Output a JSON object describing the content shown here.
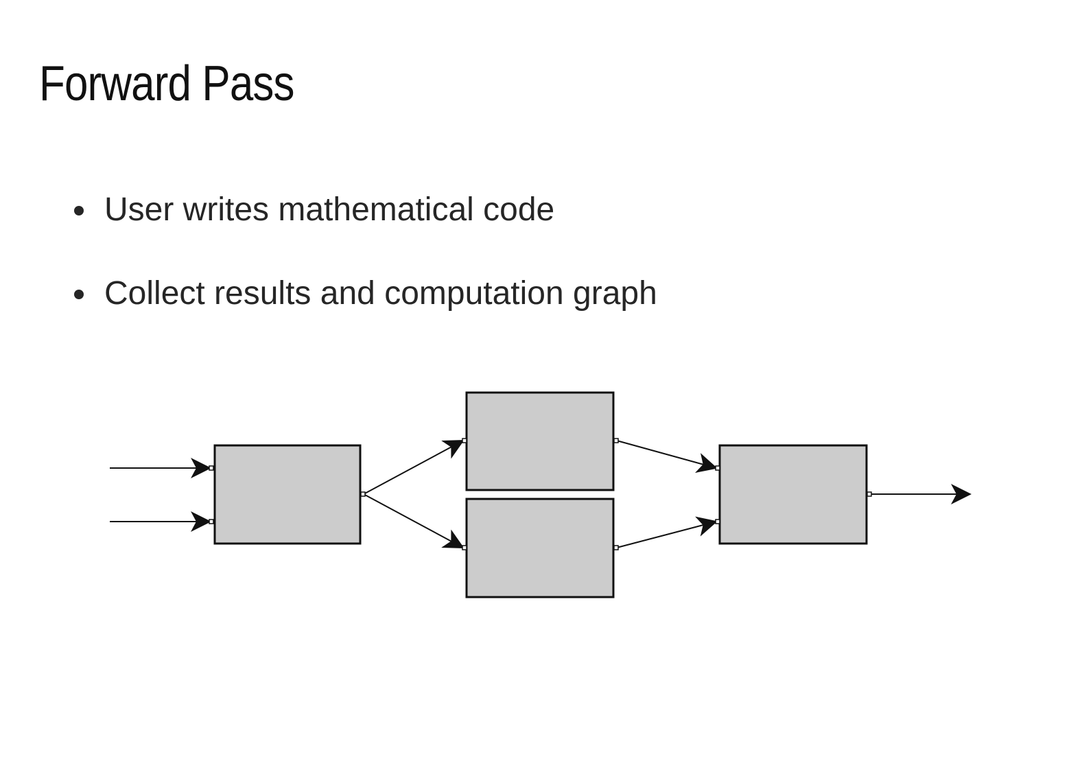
{
  "slide": {
    "title": "Forward Pass",
    "bullets": [
      "User writes mathematical code",
      "Collect results and computation graph"
    ]
  },
  "diagram": {
    "node_fill": "#cccccc",
    "stroke": "#111111",
    "nodes": [
      {
        "id": "input-node"
      },
      {
        "id": "middle-top-node"
      },
      {
        "id": "middle-bottom-node"
      },
      {
        "id": "output-node"
      }
    ],
    "edges": [
      {
        "from": "external",
        "to": "input-node"
      },
      {
        "from": "external",
        "to": "input-node"
      },
      {
        "from": "input-node",
        "to": "middle-top-node"
      },
      {
        "from": "input-node",
        "to": "middle-bottom-node"
      },
      {
        "from": "middle-top-node",
        "to": "output-node"
      },
      {
        "from": "middle-bottom-node",
        "to": "output-node"
      },
      {
        "from": "output-node",
        "to": "external"
      }
    ]
  }
}
